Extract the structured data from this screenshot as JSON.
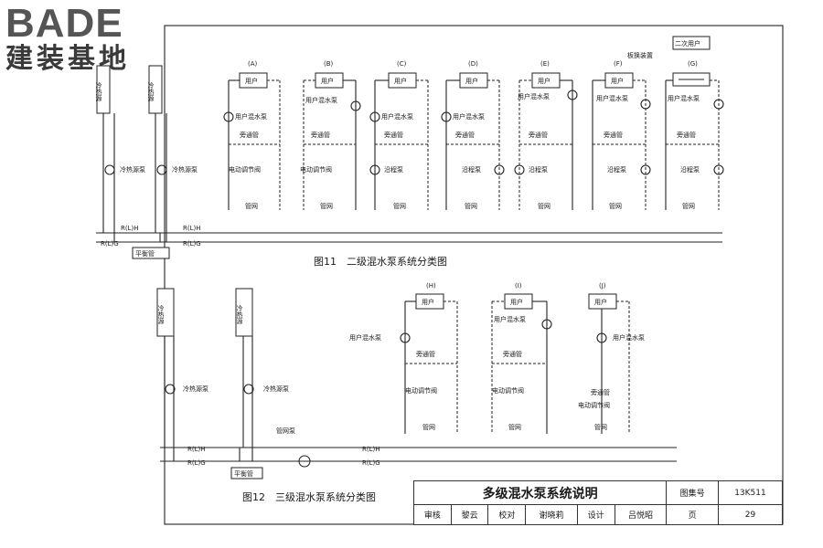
{
  "logo": {
    "main": "BADE",
    "sub": "建装基地"
  },
  "fig11": {
    "caption": "图11　二级混水泵系统分类图",
    "units": [
      "(A)",
      "(B)",
      "(C)",
      "(D)",
      "(E)",
      "(F)",
      "(G)"
    ],
    "user": "用户",
    "heat_source": "冷热源",
    "source_pump": "冷热源泵",
    "user_mix_pump": "用户混水泵",
    "bypass": "旁通管",
    "valve": "电动调节阀",
    "route_pump": "沿程泵",
    "network": "管网",
    "balance": "平衡管",
    "supply": "R(L)H",
    "return": "R(L)G",
    "plate_hx": "板换装置",
    "secondary_user": "二次用户"
  },
  "fig12": {
    "caption": "图12　三级混水泵系统分类图",
    "units": [
      "(H)",
      "(I)",
      "(J)"
    ],
    "network_pump": "管网泵"
  },
  "title_block": {
    "title": "多级混水泵系统说明",
    "atlas_label": "图集号",
    "atlas_no": "13K511",
    "review": "审核",
    "reviewer": "黎云",
    "check": "校对",
    "checker": "谢晓莉",
    "design": "设计",
    "designer": "吕悦昭",
    "page_label": "页",
    "page_no": "29"
  }
}
